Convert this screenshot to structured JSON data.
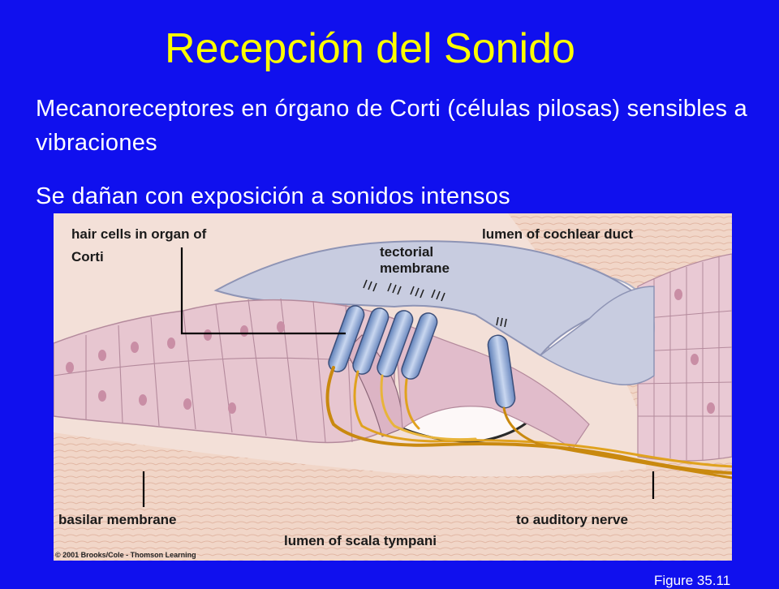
{
  "slide": {
    "title": "Recepción del Sonido",
    "bullets": [
      "Mecanoreceptores en órgano de Corti (células pilosas) sensibles a vibraciones",
      "Se dañan con exposición a sonidos intensos"
    ],
    "figure_number": "Figure 35.11"
  },
  "figure": {
    "labels": {
      "hair_cells_line1": "hair cells in organ of",
      "hair_cells_line2": "Corti",
      "lumen_cochlear": "lumen of cochlear duct",
      "tectorial_line1": "tectorial",
      "tectorial_line2": "membrane",
      "basilar": "basilar membrane",
      "auditory_nerve": "to auditory nerve",
      "scala_tympani": "lumen of scala tympani"
    },
    "copyright": "© 2001 Brooks/Cole - Thomson Learning"
  },
  "colors": {
    "background": "#1010ee",
    "title": "#ffff00",
    "text": "#ffffff",
    "cell_pink": "#e7c6d0",
    "tectorial": "#c7cbdd",
    "hair_cell_blue": "#8aa7d4",
    "nerve_orange": "#e0a21e"
  }
}
